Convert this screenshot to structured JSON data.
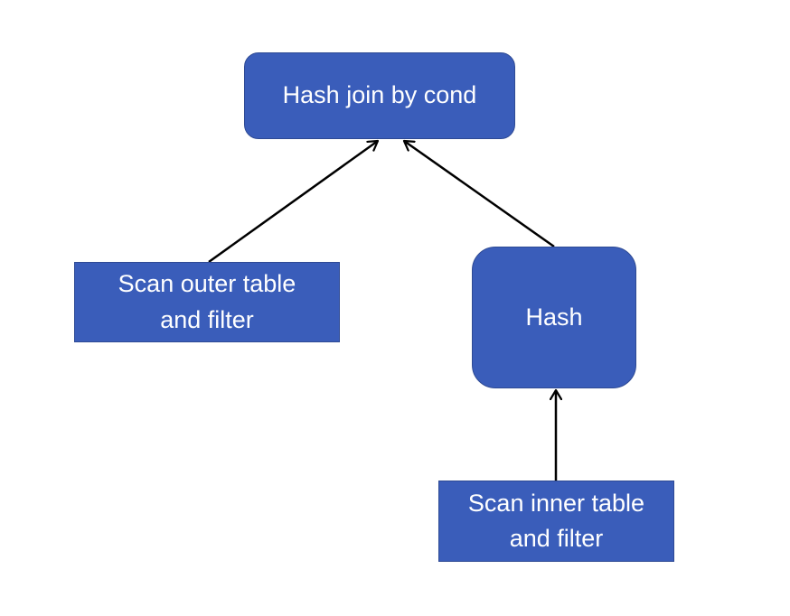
{
  "nodes": {
    "join": {
      "line1": "Hash join by cond"
    },
    "outer": {
      "line1": "Scan outer table",
      "line2": "and filter"
    },
    "hash": {
      "line1": "Hash"
    },
    "inner": {
      "line1": "Scan inner table",
      "line2": "and filter"
    }
  },
  "edges": [
    {
      "from": "outer",
      "to": "join"
    },
    {
      "from": "hash",
      "to": "join"
    },
    {
      "from": "inner",
      "to": "hash"
    }
  ],
  "colors": {
    "node_fill": "#3a5dba",
    "node_border": "#2e4a94",
    "node_text": "#ffffff",
    "edge": "#000000"
  }
}
